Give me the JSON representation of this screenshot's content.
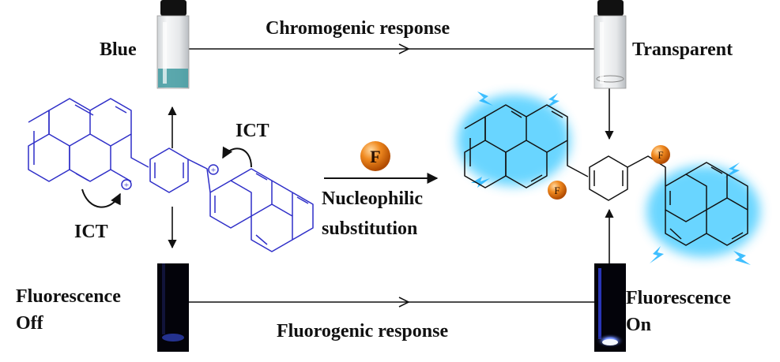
{
  "labels": {
    "blue": "Blue",
    "transparent": "Transparent",
    "chromogenic": "Chromogenic response",
    "fluorogenic": "Fluorogenic response",
    "fl_off_line1": "Fluorescence",
    "fl_off_line2": "Off",
    "fl_on_line1": "Fluorescence",
    "fl_on_line2": "On",
    "ict_top": "ICT",
    "ict_bottom": "ICT",
    "reagent": "F",
    "nucleophilic_line1": "Nucleophilic",
    "nucleophilic_line2": "substitution",
    "product_f1": "F",
    "product_f2": "F",
    "charge": "+"
  },
  "colors": {
    "structure_blue": "#2f2fc8",
    "glow_cyan": "#37c8ff",
    "fluoride_orange": "#f08020",
    "vial_blue_liquid": "#3f9aa0",
    "uv_glow": "#5a7aff"
  }
}
